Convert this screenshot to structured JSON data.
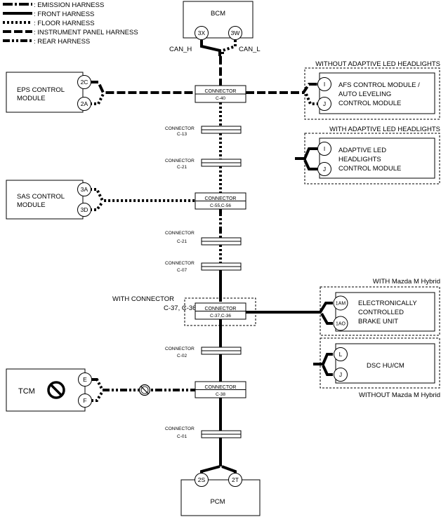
{
  "legend": [
    {
      "label": ": EMISSION HARNESS",
      "style": "emission"
    },
    {
      "label": ": FRONT HARNESS",
      "style": "front"
    },
    {
      "label": ": FLOOR HARNESS",
      "style": "floor"
    },
    {
      "label": ": INSTRUMENT PANEL HARNESS",
      "style": "ip"
    },
    {
      "label": ": REAR HARNESS",
      "style": "rear"
    }
  ],
  "modules": {
    "bcm": {
      "name": "BCM",
      "pin_left": "3X",
      "pin_right": "3W",
      "can_h": "CAN_H",
      "can_l": "CAN_L"
    },
    "eps": {
      "line1": "EPS CONTROL",
      "line2": "MODULE",
      "pin_top": "2C",
      "pin_bottom": "2A"
    },
    "sas": {
      "line1": "SAS CONTROL",
      "line2": "MODULE",
      "pin_top": "3A",
      "pin_bottom": "3D"
    },
    "tcm": {
      "name": "TCM",
      "pin_top": "E",
      "pin_bottom": "F",
      "icon": "prohibited-icon"
    },
    "pcm": {
      "name": "PCM",
      "pin_left": "2S",
      "pin_right": "2T"
    },
    "afs": {
      "group_label": "WITHOUT ADAPTIVE LED HEADLIGHTS",
      "line1": "AFS CONTROL MODULE /",
      "line2": "AUTO LEVELING",
      "line3": "CONTROL MODULE",
      "pin_top": "I",
      "pin_bottom": "J"
    },
    "adaptive": {
      "group_label": "WITH ADAPTIVE LED HEADLIGHTS",
      "line1": "ADAPTIVE LED",
      "line2": "HEADLIGHTS",
      "line3": "CONTROL MODULE",
      "pin_top": "I",
      "pin_bottom": "J"
    },
    "ecbu": {
      "group_label": "WITH Mazda M Hybrid",
      "line1": "ELECTRONICALLY",
      "line2": "CONTROLLED",
      "line3": "BRAKE UNIT",
      "pin_top": "1AM",
      "pin_bottom": "1AO"
    },
    "dsc": {
      "group_label": "WITHOUT Mazda M Hybrid",
      "name": "DSC HU/CM",
      "pin_top": "L",
      "pin_bottom": "J"
    }
  },
  "connectors": {
    "c40": {
      "label": "CONNECTOR",
      "id": "C-40"
    },
    "c13": {
      "label": "CONNECTOR",
      "id": "C-13"
    },
    "c21a": {
      "label": "CONNECTOR",
      "id": "C-21"
    },
    "c55": {
      "label": "CONNECTOR",
      "id": "C-55,C-56"
    },
    "c21b": {
      "label": "CONNECTOR",
      "id": "C-21"
    },
    "c07": {
      "label": "CONNECTOR",
      "id": "C-07"
    },
    "c37": {
      "label": "CONNECTOR",
      "id": "C-37,C-36",
      "group_line1": "WITH CONNECTOR",
      "group_line2": "C-37, C-36"
    },
    "c02": {
      "label": "CONNECTOR",
      "id": "C-02"
    },
    "c38": {
      "label": "CONNECTOR",
      "id": "C-38"
    },
    "c01": {
      "label": "CONNECTOR",
      "id": "C-01"
    }
  }
}
